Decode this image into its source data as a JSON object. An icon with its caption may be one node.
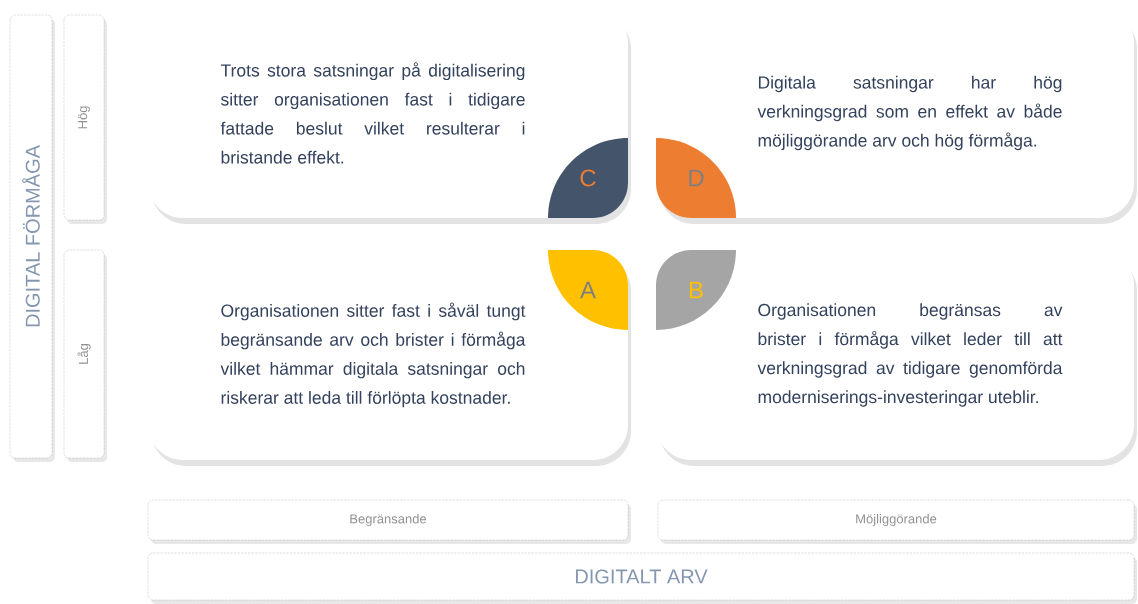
{
  "diagram": {
    "nodes": [
      {
        "text": [
          "DIGITAL FÖRMÅGA"
        ]
      },
      {
        "text": [
          "Hög"
        ]
      },
      {
        "text": [
          "Låg"
        ]
      },
      {
        "text": [
          "Trots stora satsningar på digitalisering sitter organisationen fast i tidigare fattade beslut vilket resulterar i bristande effekt."
        ]
      },
      {
        "text": [
          "Digitala satsningar har hög verkningsgrad som en effekt av både möjliggörande arv och hög förmåga."
        ]
      },
      {
        "text": [
          "Organisationen sitter fast i såväl tungt begränsande arv och brister i förmåga vilket hämmar digitala satsningar och riskerar att leda till förlöpta kostnader."
        ]
      },
      {
        "text": [
          "Organisationen begränsas av brister i förmåga vilket leder till att verkningsgrad av tidigare genomförda moderniserings-investeringar uteblir."
        ]
      },
      {
        "text": [
          "C"
        ],
        "in": 3
      },
      {
        "text": [
          "D"
        ],
        "in": 4
      },
      {
        "text": [
          "A"
        ],
        "in": 5
      },
      {
        "text": [
          "B"
        ],
        "in": 6
      },
      {
        "text": [
          "Begränsande"
        ]
      },
      {
        "text": [
          "Möjliggörande"
        ]
      },
      {
        "text": [
          "DIGITALT ARV"
        ]
      }
    ],
    "edges": []
  }
}
